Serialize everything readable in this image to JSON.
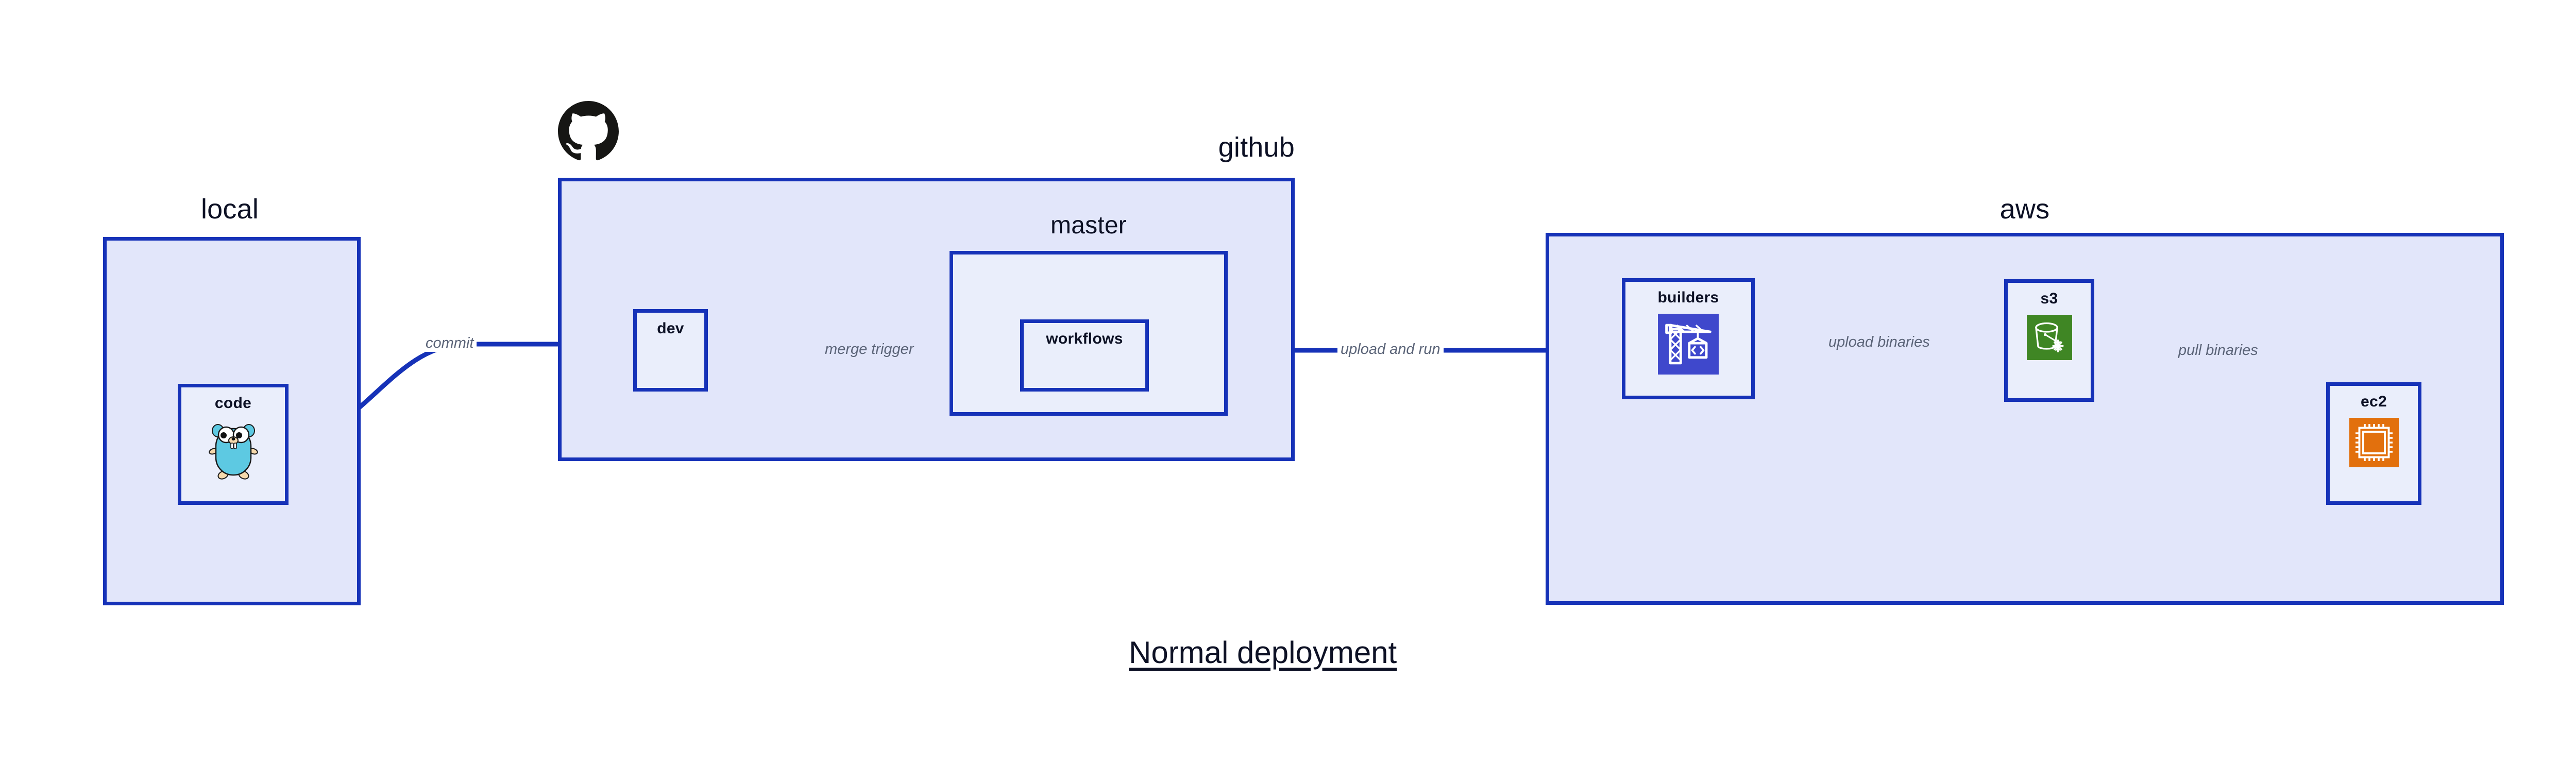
{
  "diagram": {
    "title": "Normal deployment",
    "accent_border": "#1632b8",
    "group_fill": "#e2e6fa",
    "node_fill": "#eaeefb",
    "edge_label_color": "#5b6478",
    "text_color": "#0d1125"
  },
  "groups": [
    {
      "id": "local",
      "label": "local",
      "label_align": "center"
    },
    {
      "id": "github",
      "label": "github",
      "label_align": "right"
    },
    {
      "id": "aws",
      "label": "aws",
      "label_align": "center"
    }
  ],
  "subgroups": [
    {
      "id": "master",
      "label": "master",
      "parent": "github"
    }
  ],
  "nodes": [
    {
      "id": "code",
      "label": "code",
      "group": "local",
      "icon": "go-gopher-icon",
      "icon_color": "#5dc9e2"
    },
    {
      "id": "dev",
      "label": "dev",
      "group": "github",
      "icon": null,
      "icon_color": null
    },
    {
      "id": "workflows",
      "label": "workflows",
      "group": "master",
      "icon": null,
      "icon_color": null
    },
    {
      "id": "builders",
      "label": "builders",
      "group": "aws",
      "icon": "aws-codebuild-icon",
      "icon_color": "#3f48cc"
    },
    {
      "id": "s3",
      "label": "s3",
      "group": "aws",
      "icon": "aws-s3-glacier-icon",
      "icon_color": "#3f8624"
    },
    {
      "id": "ec2",
      "label": "ec2",
      "group": "aws",
      "icon": "aws-ec2-icon",
      "icon_color": "#e2700d"
    }
  ],
  "edges": [
    {
      "id": "commit",
      "from": "code",
      "to": "dev",
      "label": "commit",
      "style": "curved"
    },
    {
      "id": "merge-trigger",
      "from": "dev",
      "to": "workflows",
      "label": "merge trigger",
      "style": "straight"
    },
    {
      "id": "upload-and-run",
      "from": "workflows",
      "to": "builders",
      "label": "upload and run",
      "style": "straight"
    },
    {
      "id": "upload-binaries",
      "from": "builders",
      "to": "s3",
      "label": "upload binaries",
      "style": "straight"
    },
    {
      "id": "pull-binaries",
      "from": "s3",
      "to": "ec2",
      "label": "pull binaries",
      "style": "curved"
    }
  ],
  "logos": [
    {
      "id": "github-logo",
      "name": "github-octocat-logo",
      "color": "#161614"
    }
  ]
}
